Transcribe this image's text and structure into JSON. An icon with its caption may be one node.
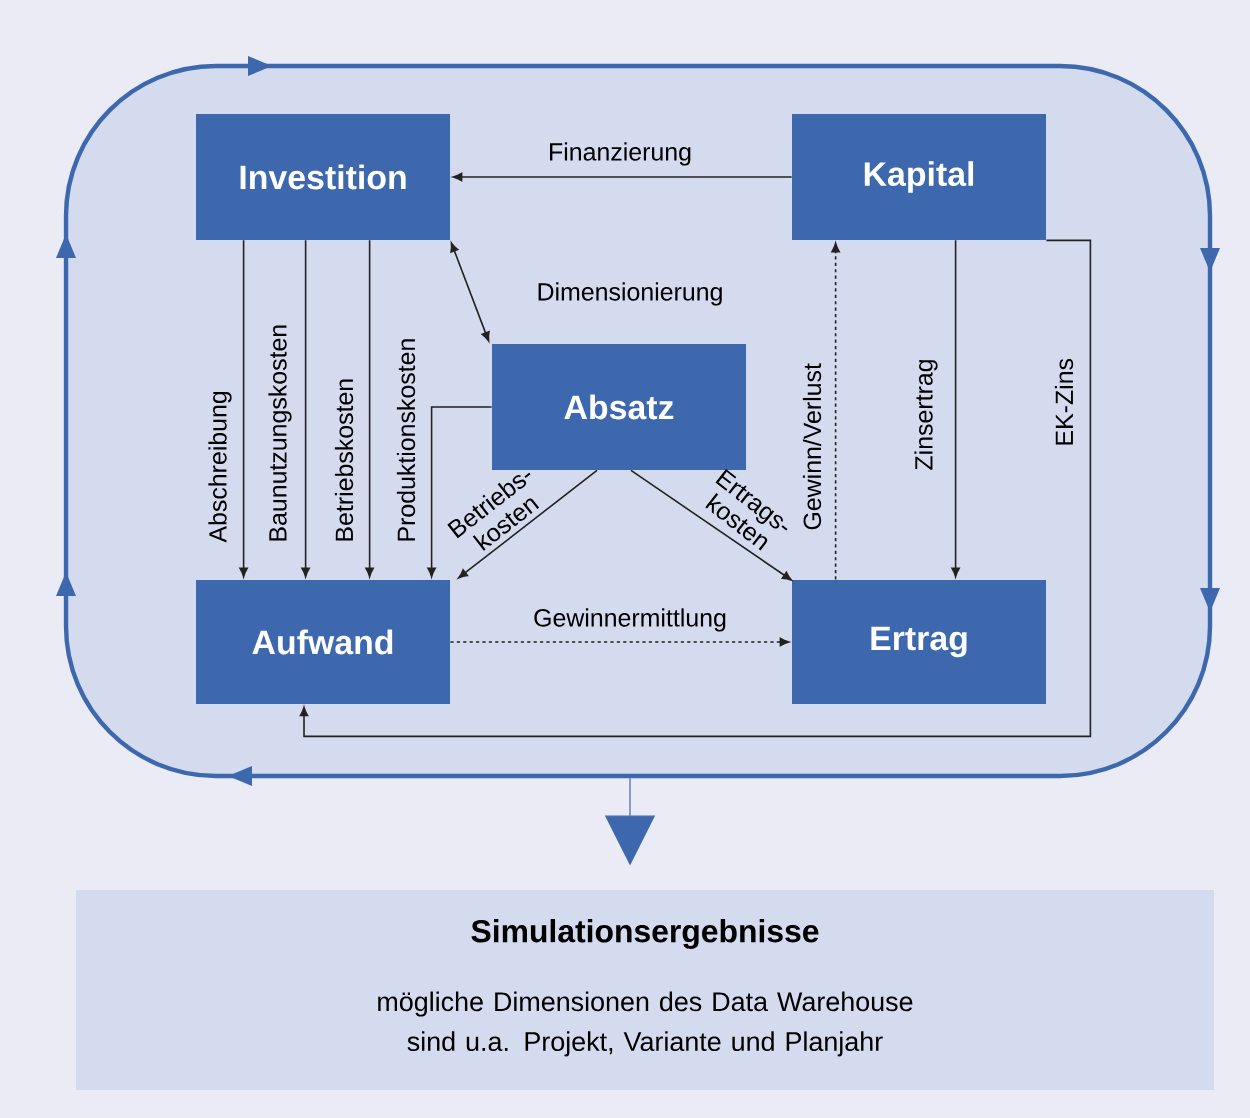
{
  "diagram": {
    "nodes": [
      {
        "text": [],
        "shape": "box"
      },
      {
        "text": [
          "Investition"
        ],
        "in": 0
      },
      {
        "text": [
          "Kapital"
        ],
        "in": 0
      },
      {
        "text": [
          "Absatz"
        ],
        "in": 0
      },
      {
        "text": [
          "Aufwand"
        ],
        "in": 0
      },
      {
        "text": [
          "Ertrag"
        ],
        "in": 0
      },
      {
        "text": [
          "Simulationsergebnisse",
          "mögliche Dimensionen des Data Warehouse sind u.a. Projekt, Variante und Planjahr"
        ]
      }
    ],
    "edges": [
      {
        "from": 2,
        "to": 1,
        "arrow": "to",
        "label": "Finanzierung"
      },
      {
        "from": 1,
        "to": 3,
        "arrow": "both",
        "label": "Dimensionierung"
      },
      {
        "from": 1,
        "to": 4,
        "arrow": "to",
        "label": "Abschreibung"
      },
      {
        "from": 1,
        "to": 4,
        "arrow": "to",
        "label": "Baunutzungskosten"
      },
      {
        "from": 1,
        "to": 4,
        "arrow": "to",
        "label": "Betriebskosten"
      },
      {
        "from": 3,
        "to": 4,
        "arrow": "to",
        "label": "Produktionskosten"
      },
      {
        "from": 3,
        "to": 4,
        "arrow": "to",
        "label": "Betriebs- kosten"
      },
      {
        "from": 3,
        "to": 5,
        "arrow": "to",
        "label": "Ertrags- kosten"
      },
      {
        "from": 4,
        "to": 5,
        "arrow": "to",
        "label": "Gewinnermittlung",
        "style": "dashed"
      },
      {
        "from": 5,
        "to": 2,
        "arrow": "to",
        "label": "Gewinn/Verlust",
        "style": "dashed"
      },
      {
        "from": 2,
        "to": 5,
        "arrow": "to",
        "label": "Zinsertrag"
      },
      {
        "from": 2,
        "to": 4,
        "arrow": "to",
        "label": "EK-Zins"
      },
      {
        "from": 0,
        "to": 6,
        "arrow": "to",
        "color": "#3d68ad"
      }
    ]
  }
}
